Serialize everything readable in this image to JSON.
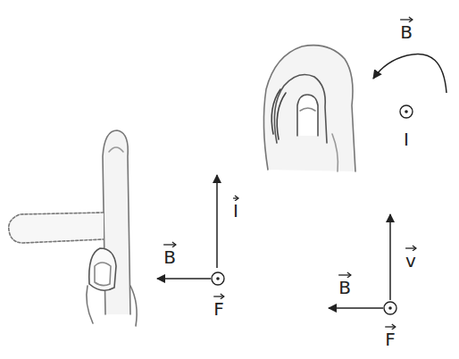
{
  "diagram": {
    "labels": [
      "B",
      "I",
      "I",
      "B",
      "F",
      "v",
      "B",
      "F"
    ]
  }
}
